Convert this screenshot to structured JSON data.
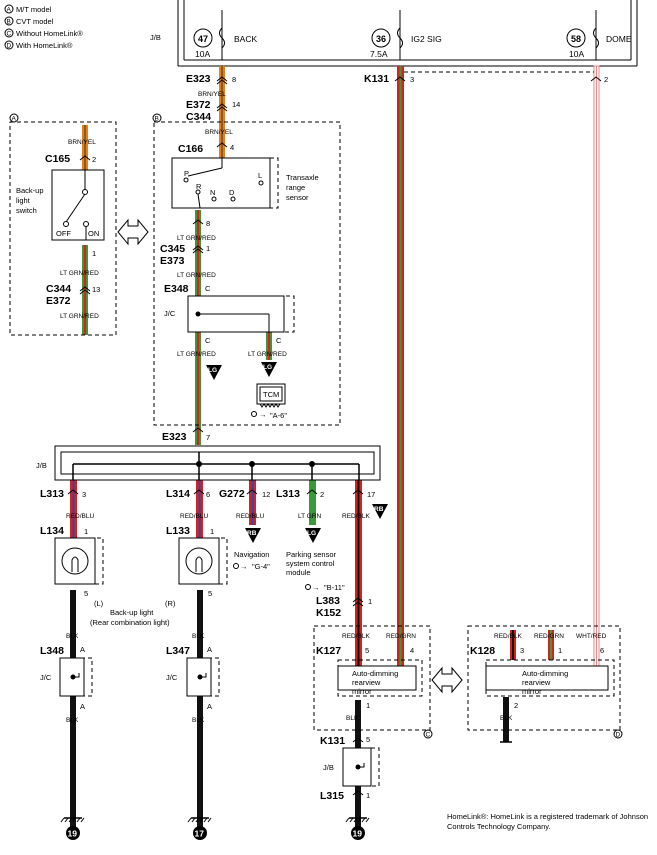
{
  "legend": [
    {
      "letter": "A",
      "text": "M/T model"
    },
    {
      "letter": "B",
      "text": "CVT model"
    },
    {
      "letter": "C",
      "text": "Without HomeLink®"
    },
    {
      "letter": "D",
      "text": "With HomeLink®"
    }
  ],
  "fuses": [
    {
      "num": "47",
      "amp": "10A",
      "name": "BACK"
    },
    {
      "num": "36",
      "amp": "7.5A",
      "name": "IG2 SIG"
    },
    {
      "num": "58",
      "amp": "10A",
      "name": "DOME"
    }
  ],
  "jb": "J/B",
  "jc": "J/C",
  "connectors": {
    "e323_top": "E323",
    "e323_top_pin": "8",
    "k131_top": "K131",
    "k131_pin": "3",
    "dome_pin": "2",
    "e372_top": "E372",
    "e372_pin": "14",
    "c344_top": "C344",
    "c165": "C165",
    "c165_pin": "2",
    "c165_pin_b": "1",
    "c344_a": "C344",
    "c344_a_pin": "13",
    "e372_a": "E372",
    "c166": "C166",
    "c166_pin": "4",
    "pin8": "8",
    "c345": "C345",
    "c345_pin": "1",
    "e373": "E373",
    "e348": "E348",
    "e348_pin": "C",
    "pinc": "C",
    "e323_mid": "E323",
    "e323_mid_pin": "7",
    "l313": "L313",
    "l313_pin": "3",
    "l314": "L314",
    "l314_pin": "6",
    "g272": "G272",
    "g272_pin": "12",
    "l313b": "L313",
    "l313b_pin": "2",
    "pin17": "17",
    "l134": "L134",
    "l134_pin": "1",
    "l134_pin5": "5",
    "l133": "L133",
    "l133_pin": "1",
    "l133_pin5": "5",
    "l383": "L383",
    "l383_pin": "1",
    "k152": "K152",
    "l348": "L348",
    "l347": "L347",
    "pina": "A",
    "k127": "K127",
    "k127_pin5": "5",
    "k127_pin4": "4",
    "k127_pin1": "1",
    "k128": "K128",
    "k128_pin3": "3",
    "k128_pin1": "1",
    "k128_pin6": "6",
    "k128_pin2": "2",
    "k131_bot": "K131",
    "k131_bot_pin": "5",
    "l315": "L315",
    "l315_pin": "1"
  },
  "wires": {
    "brn_yel": "BRN/YEL",
    "lt_grn_red": "LT GRN/RED",
    "red_blu": "RED/BLU",
    "lt_grn": "LT GRN",
    "red_blk": "RED/BLK",
    "red_grn": "RED/GRN",
    "wht_red": "WHT/RED",
    "blk": "BLK"
  },
  "components": {
    "backup_switch": "Back-up light switch",
    "off": "OFF",
    "on": "ON",
    "range_sensor": "Transaxle range sensor",
    "gear_p": "P",
    "gear_r": "R",
    "gear_n": "N",
    "gear_d": "D",
    "gear_l": "L",
    "tcm": "TCM",
    "tcm_ref": "\"A-6\"",
    "backup_light": "Back-up light",
    "backup_light_sub": "(Rear combination light)",
    "side_l": "(L)",
    "side_r": "(R)",
    "navigation": "Navigation",
    "nav_ref": "\"G-4\"",
    "parking_sensor": "Parking sensor system control module",
    "ps_ref": "\"B-11\"",
    "mirror_c": "Auto-dimming rearview mirror",
    "mirror_d": "Auto-dimming rearview mirror"
  },
  "badges": {
    "rb": "RB",
    "lg": "LG"
  },
  "grounds": [
    "19",
    "17",
    "19"
  ],
  "footnote": "HomeLink®: HomeLink is a registered trademark of Johnson Controls Technology Company.",
  "colors": {
    "red": "#d8201e",
    "green": "#3a9a3a",
    "orange": "#e8801a",
    "brown": "#8a5a2a",
    "black": "#111111",
    "pink": "#e88a8a"
  }
}
